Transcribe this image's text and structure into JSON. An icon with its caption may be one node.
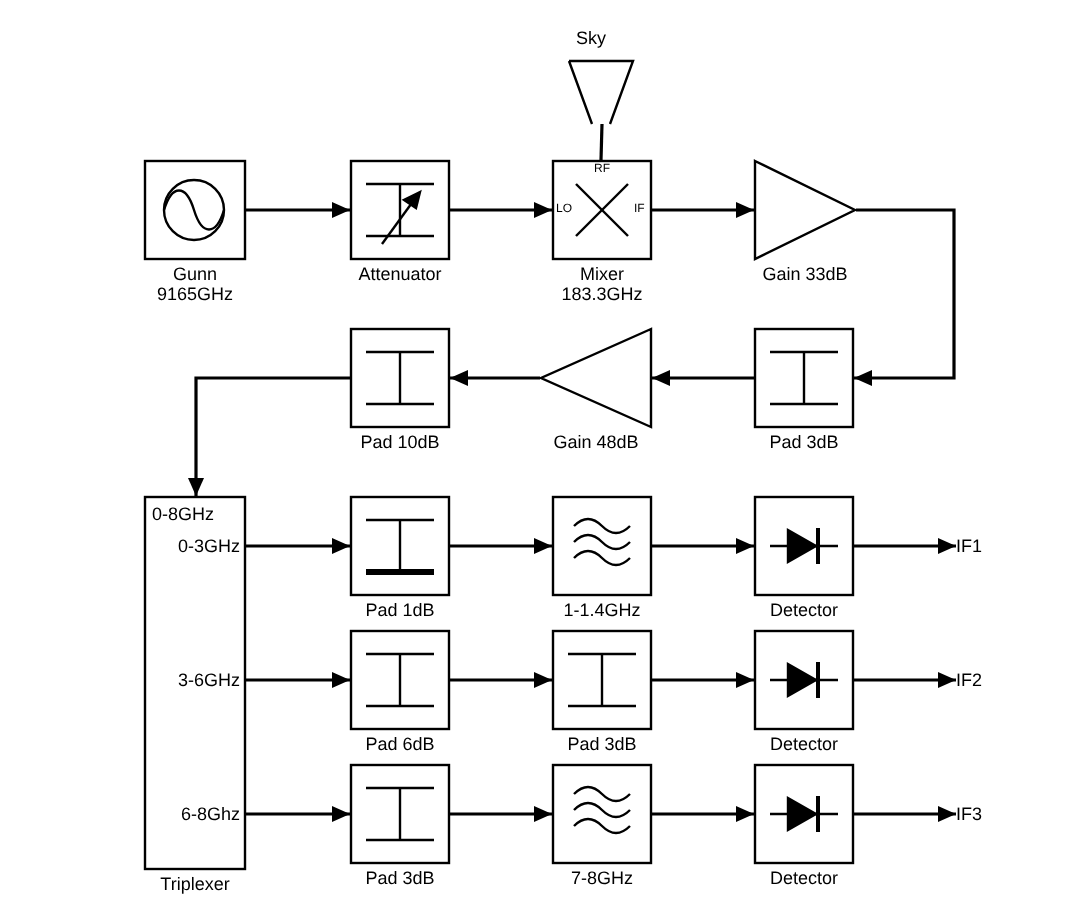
{
  "diagram": {
    "nodes": [
      {
        "text": [
          "Gunn 9165GHz"
        ]
      },
      {
        "text": [
          "Attenuator"
        ]
      },
      {
        "text": [
          "Sky"
        ]
      },
      {
        "text": [
          "RF",
          "LO",
          "IF",
          "Mixer 183.3GHz"
        ]
      },
      {
        "text": [
          "Gain 33dB"
        ]
      },
      {
        "text": [
          "Pad 3dB"
        ]
      },
      {
        "text": [
          "Gain 48dB"
        ]
      },
      {
        "text": [
          "Pad 10dB"
        ]
      },
      {
        "text": [
          "0-8GHz",
          "0-3GHz",
          "3-6GHz",
          "6-8Ghz",
          "Triplexer"
        ]
      },
      {
        "text": [
          "Pad 1dB"
        ]
      },
      {
        "text": [
          "1-1.4GHz"
        ]
      },
      {
        "text": [
          "Detector"
        ]
      },
      {
        "text": [
          "IF1"
        ]
      },
      {
        "text": [
          "Pad 6dB"
        ]
      },
      {
        "text": [
          "Pad 3dB"
        ]
      },
      {
        "text": [
          "Detector"
        ]
      },
      {
        "text": [
          "IF2"
        ]
      },
      {
        "text": [
          "Pad 3dB"
        ]
      },
      {
        "text": [
          "7-8GHz"
        ]
      },
      {
        "text": [
          "Detector"
        ]
      },
      {
        "text": [
          "IF3"
        ]
      }
    ],
    "edges": [
      {
        "from": 0,
        "to": 1,
        "arrow": "to"
      },
      {
        "from": 1,
        "to": 3,
        "arrow": "to"
      },
      {
        "from": 2,
        "to": 3,
        "arrow": "none"
      },
      {
        "from": 3,
        "to": 4,
        "arrow": "to"
      },
      {
        "from": 4,
        "to": 5,
        "arrow": "to"
      },
      {
        "from": 5,
        "to": 6,
        "arrow": "to"
      },
      {
        "from": 6,
        "to": 7,
        "arrow": "to"
      },
      {
        "from": 7,
        "to": 8,
        "arrow": "to"
      },
      {
        "from": 8,
        "to": 9,
        "arrow": "to"
      },
      {
        "from": 9,
        "to": 10,
        "arrow": "to"
      },
      {
        "from": 10,
        "to": 11,
        "arrow": "to"
      },
      {
        "from": 11,
        "to": 12,
        "arrow": "to"
      },
      {
        "from": 8,
        "to": 13,
        "arrow": "to"
      },
      {
        "from": 13,
        "to": 14,
        "arrow": "to"
      },
      {
        "from": 14,
        "to": 15,
        "arrow": "to"
      },
      {
        "from": 15,
        "to": 16,
        "arrow": "to"
      },
      {
        "from": 8,
        "to": 17,
        "arrow": "to"
      },
      {
        "from": 17,
        "to": 18,
        "arrow": "to"
      },
      {
        "from": 18,
        "to": 19,
        "arrow": "to"
      },
      {
        "from": 19,
        "to": 20,
        "arrow": "to"
      }
    ]
  }
}
